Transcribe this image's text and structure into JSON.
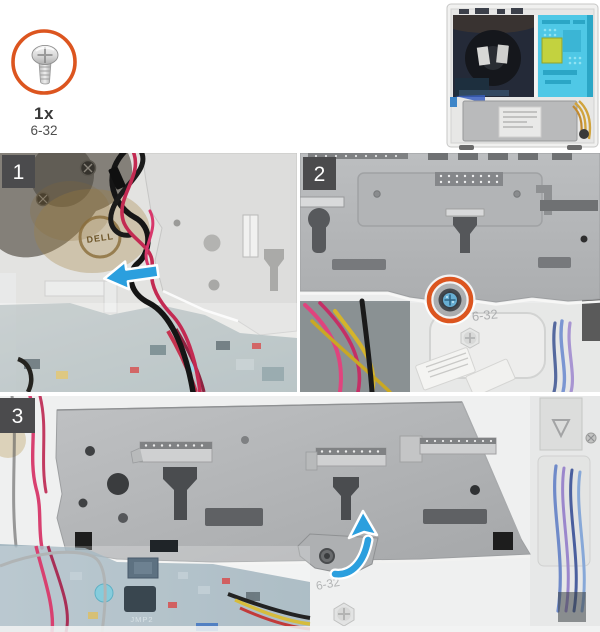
{
  "document": {
    "kind": "hardware-service-illustration",
    "subject": "drive bracket removal steps"
  },
  "legend": {
    "quantity_label": "1x",
    "screw_spec": "6-32",
    "icon": "screw-icon"
  },
  "steps": [
    {
      "badge": "1",
      "annotation_icon": "left-arrow-icon"
    },
    {
      "badge": "2",
      "annotation_icon": "screw-callout-ring",
      "ghost_label": "6-32"
    },
    {
      "badge": "3",
      "annotation_icon": "curved-lift-arrow-icon",
      "ghost_label": "6-32"
    }
  ],
  "photo_text": {
    "dell_logo": "DELL",
    "jmp_silkscreen": "JMP2"
  },
  "colors": {
    "accent_orange": "#DC551F",
    "callout_blue": "#2B9FDE",
    "badge_bg": "#4B4B4D",
    "badge_text": "#FFFFFF",
    "highlight_cyan": "#4FC8E6",
    "highlight_yellow_green": "#C3D23F",
    "bracket_gray": "#B5B7B9"
  }
}
